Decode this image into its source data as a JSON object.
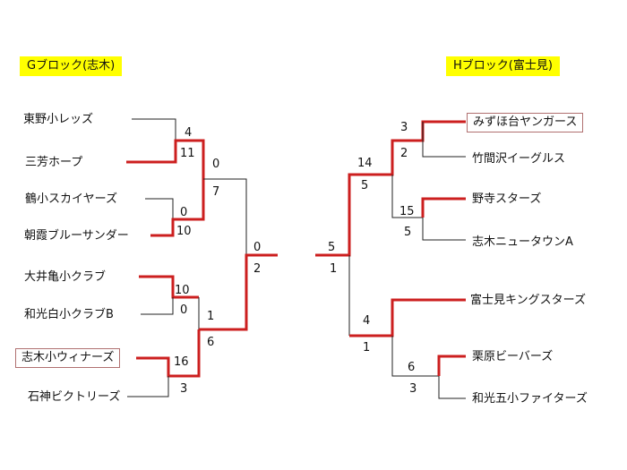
{
  "blocks": {
    "g": {
      "label": "Gブロック(志木)",
      "teams": [
        "東野小レッズ",
        "三芳ホープ",
        "鶴小スカイヤーズ",
        "朝霞ブルーサンダー",
        "大井亀小クラブ",
        "和光白小クラブB",
        "志木小ウィナーズ",
        "石神ビクトリーズ"
      ],
      "scores": {
        "r1m1": [
          "4",
          "11"
        ],
        "r1m2": [
          "0",
          "10"
        ],
        "r1m3": [
          "10",
          "0"
        ],
        "r1m4": [
          "16",
          "3"
        ],
        "r2m1": [
          "0",
          "7"
        ],
        "r2m2": [
          "1",
          "6"
        ],
        "final": [
          "0",
          "2"
        ]
      }
    },
    "h": {
      "label": "Hブロック(富士見)",
      "teams": [
        "みずほ台ヤンガース",
        "竹間沢イーグルス",
        "野寺スターズ",
        "志木ニュータウンA",
        "富士見キングスターズ",
        "栗原ビーバーズ",
        "和光五小ファイターズ"
      ],
      "scores": {
        "r1m1": [
          "3",
          "2"
        ],
        "r1m2": [
          "15",
          "5"
        ],
        "r1m3": [
          "6",
          "3"
        ],
        "r2m1": [
          "14",
          "5"
        ],
        "r2m2": [
          "4",
          "1"
        ],
        "final": [
          "5",
          "1"
        ]
      }
    }
  },
  "colors": {
    "winner_line": "#cc1f1f",
    "loser_line": "#222222",
    "highlight": "#ffff00"
  }
}
